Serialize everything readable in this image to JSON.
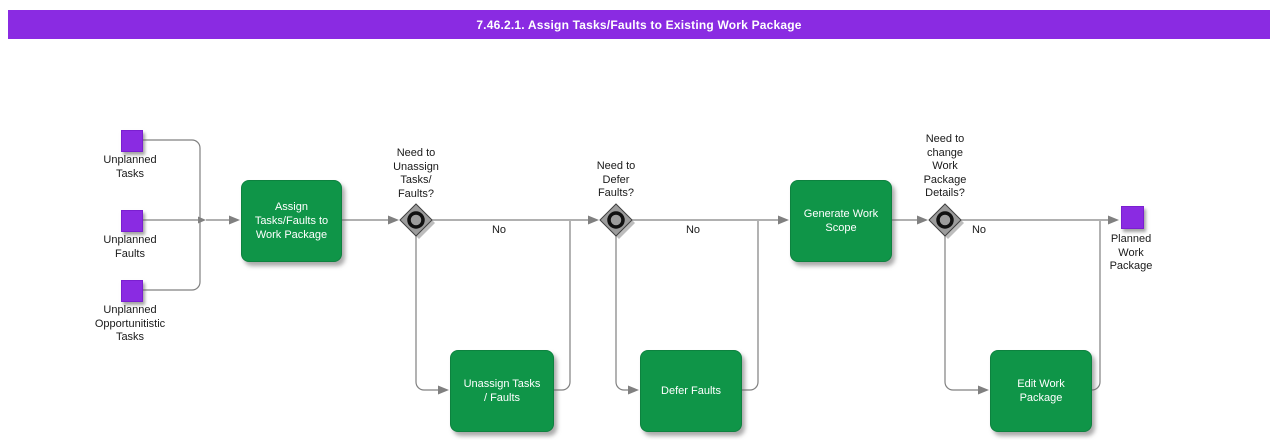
{
  "header": {
    "title": "7.46.2.1. Assign Tasks/Faults to Existing Work Package"
  },
  "colors": {
    "header_bg": "#8A2BE2",
    "node_green": "#0F9548",
    "node_purple": "#8A2BE2",
    "line_gray": "#808080",
    "diamond_gray": "#9C9C9C",
    "canvas_bg": "#FFFFFF"
  },
  "inputs": [
    {
      "id": "unplanned-tasks",
      "label": "Unplanned\nTasks"
    },
    {
      "id": "unplanned-faults",
      "label": "Unplanned\nFaults"
    },
    {
      "id": "unplanned-opportunitistic-tasks",
      "label": "Unplanned\nOpportunitistic\nTasks"
    }
  ],
  "processes": {
    "assign": "Assign\nTasks/Faults to\nWork Package",
    "unassign": "Unassign Tasks\n/ Faults",
    "defer": "Defer Faults",
    "generate": "Generate Work\nScope",
    "edit": "Edit Work\nPackage"
  },
  "decisions": {
    "unassign_question": "Need to\nUnassign\nTasks/\nFaults?",
    "defer_question": "Need to\nDefer\nFaults?",
    "change_question": "Need to\nchange\nWork\nPackage\nDetails?",
    "no_labels": [
      "No",
      "No",
      "No"
    ]
  },
  "output": {
    "label": "Planned\nWork\nPackage"
  }
}
